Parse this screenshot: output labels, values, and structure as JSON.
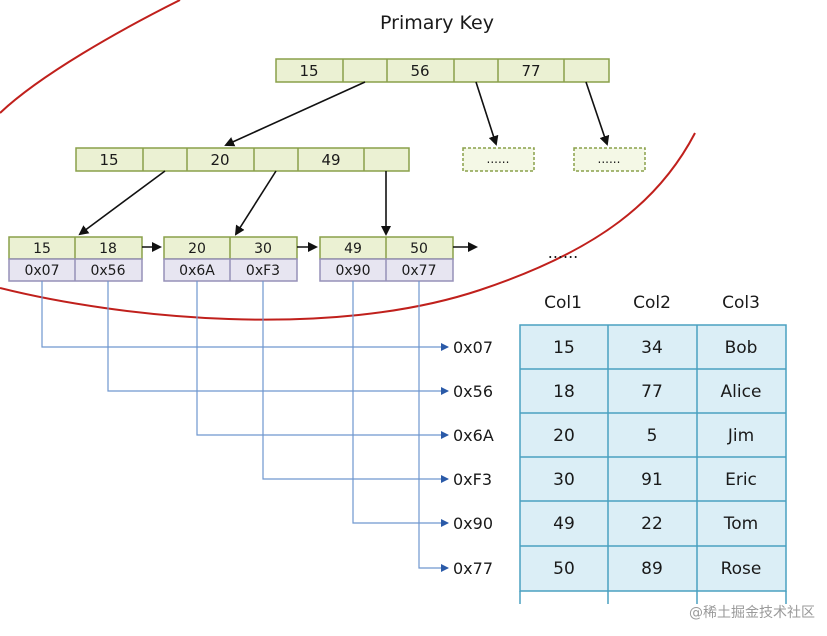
{
  "diagram": {
    "title": "Primary Key",
    "root_node": {
      "keys": [
        "15",
        "56",
        "77"
      ]
    },
    "inner_node": {
      "keys": [
        "15",
        "20",
        "49"
      ]
    },
    "placeholder_nodes": [
      "......",
      "......"
    ],
    "leaf_nodes": [
      {
        "keys": [
          "15",
          "18"
        ],
        "addresses": [
          "0x07",
          "0x56"
        ]
      },
      {
        "keys": [
          "20",
          "30"
        ],
        "addresses": [
          "0x6A",
          "0xF3"
        ]
      },
      {
        "keys": [
          "49",
          "50"
        ],
        "addresses": [
          "0x90",
          "0x77"
        ]
      }
    ],
    "leaf_continuation": "......",
    "address_labels": [
      "0x07",
      "0x56",
      "0x6A",
      "0xF3",
      "0x90",
      "0x77"
    ]
  },
  "table": {
    "columns": [
      "Col1",
      "Col2",
      "Col3"
    ],
    "rows": [
      [
        "15",
        "34",
        "Bob"
      ],
      [
        "18",
        "77",
        "Alice"
      ],
      [
        "20",
        "5",
        "Jim"
      ],
      [
        "30",
        "91",
        "Eric"
      ],
      [
        "49",
        "22",
        "Tom"
      ],
      [
        "50",
        "89",
        "Rose"
      ]
    ]
  },
  "watermark": "@稀土掘金技术社区",
  "colors": {
    "node_fill": "#ebf1d3",
    "node_border": "#8aa04a",
    "address_fill": "#e7e5f1",
    "address_border": "#9690b8",
    "pointer_line": "#6f97cf",
    "table_fill": "#dbeef6",
    "table_border": "#4aa0c0",
    "curve": "#c0201c"
  }
}
